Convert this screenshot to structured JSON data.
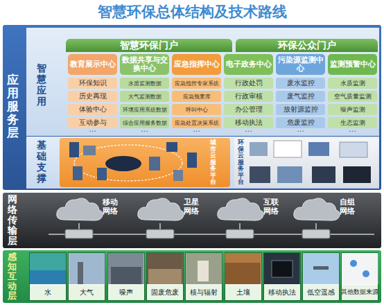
{
  "diagram": {
    "title": "智慧环保总体结构及技术路线",
    "nodes": [
      {
        "text": [
          "应用服务层"
        ]
      },
      {
        "text": [
          "智慧应用"
        ],
        "in": 0
      },
      {
        "text": [
          "智慧环保门户"
        ],
        "in": 1
      },
      {
        "text": [
          "环保公众门户"
        ],
        "in": 1
      },
      {
        "text": [
          "教育展示中心"
        ],
        "in": 1
      },
      {
        "text": [
          "环保知识"
        ],
        "in": 1
      },
      {
        "text": [
          "历史再现"
        ],
        "in": 1
      },
      {
        "text": [
          "体验中心"
        ],
        "in": 1
      },
      {
        "text": [
          "互动参与"
        ],
        "in": 1
      },
      {
        "text": [
          "数据共享与交换中心"
        ],
        "in": 1
      },
      {
        "text": [
          "水质监测数据"
        ],
        "in": 1
      },
      {
        "text": [
          "大气监测数据"
        ],
        "in": 1
      },
      {
        "text": [
          "环境应用系统数据"
        ],
        "in": 1
      },
      {
        "text": [
          "综合应用服务数据"
        ],
        "in": 1
      },
      {
        "text": [
          "应急指挥中心"
        ],
        "in": 1
      },
      {
        "text": [
          "应急指挥专家系统"
        ],
        "in": 1
      },
      {
        "text": [
          "应急预案库"
        ],
        "in": 1
      },
      {
        "text": [
          "呼叫中心"
        ],
        "in": 1
      },
      {
        "text": [
          "应急处置决策系统"
        ],
        "in": 1
      },
      {
        "text": [
          "电子政务中心"
        ],
        "in": 1
      },
      {
        "text": [
          "行政处罚"
        ],
        "in": 1
      },
      {
        "text": [
          "行政审核"
        ],
        "in": 1
      },
      {
        "text": [
          "办公管理"
        ],
        "in": 1
      },
      {
        "text": [
          "移动执法"
        ],
        "in": 1
      },
      {
        "text": [
          "污染源监测中心"
        ],
        "in": 1
      },
      {
        "text": [
          "废水监控"
        ],
        "in": 1
      },
      {
        "text": [
          "废气监控"
        ],
        "in": 1
      },
      {
        "text": [
          "放射源监控"
        ],
        "in": 1
      },
      {
        "text": [
          "危废监控"
        ],
        "in": 1
      },
      {
        "text": [
          "监测预警中心"
        ],
        "in": 1
      },
      {
        "text": [
          "水质监测"
        ],
        "in": 1
      },
      {
        "text": [
          "空气质量监测"
        ],
        "in": 1
      },
      {
        "text": [
          "噪声监测"
        ],
        "in": 1
      },
      {
        "text": [
          "生态监测"
        ],
        "in": 1
      },
      {
        "text": [
          "基础支撑"
        ],
        "in": 0
      },
      {
        "text": [
          "城市云服务平台"
        ],
        "in": 34
      },
      {
        "text": [
          "环保云服务平台"
        ],
        "in": 34
      },
      {
        "text": [
          "网络传输层"
        ]
      },
      {
        "text": [
          "移动网络"
        ],
        "in": 37
      },
      {
        "text": [
          "卫星网络"
        ],
        "in": 37
      },
      {
        "text": [
          "互联网络"
        ],
        "in": 37
      },
      {
        "text": [
          "自组网络"
        ],
        "in": 37
      },
      {
        "text": [
          "感知互动层"
        ]
      },
      {
        "text": [
          "水"
        ],
        "in": 42
      },
      {
        "text": [
          "大气"
        ],
        "in": 42
      },
      {
        "text": [
          "噪声"
        ],
        "in": 42
      },
      {
        "text": [
          "固废危废"
        ],
        "in": 42
      },
      {
        "text": [
          "核与辐射"
        ],
        "in": 42
      },
      {
        "text": [
          "土壤"
        ],
        "in": 42
      },
      {
        "text": [
          "移动执法"
        ],
        "in": 42
      },
      {
        "text": [
          "低空遥感"
        ],
        "in": 42
      },
      {
        "text": [
          "其他数据来源"
        ],
        "in": 42
      }
    ],
    "labels": [
      "...",
      "...",
      "...",
      "...",
      "...",
      "..."
    ]
  }
}
